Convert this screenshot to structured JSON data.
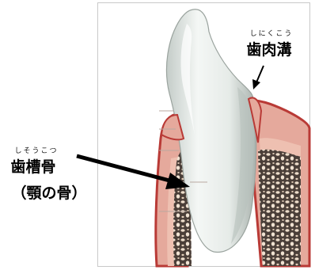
{
  "labels": {
    "gingival_sulcus": {
      "term": "歯肉溝",
      "reading": "しにくこう"
    },
    "alveolar_bone": {
      "term": "歯槽骨",
      "reading": "しそうこつ",
      "note": "（顎の骨）"
    }
  },
  "colors": {
    "enamel": "#eef2f0",
    "enamel_shade": "#c9d1cd",
    "gum": "#e5a99c",
    "gum_edge": "#b93a36",
    "bone": "#4a3e38",
    "bone_light": "#ecdcca",
    "arrow": "#000000"
  }
}
